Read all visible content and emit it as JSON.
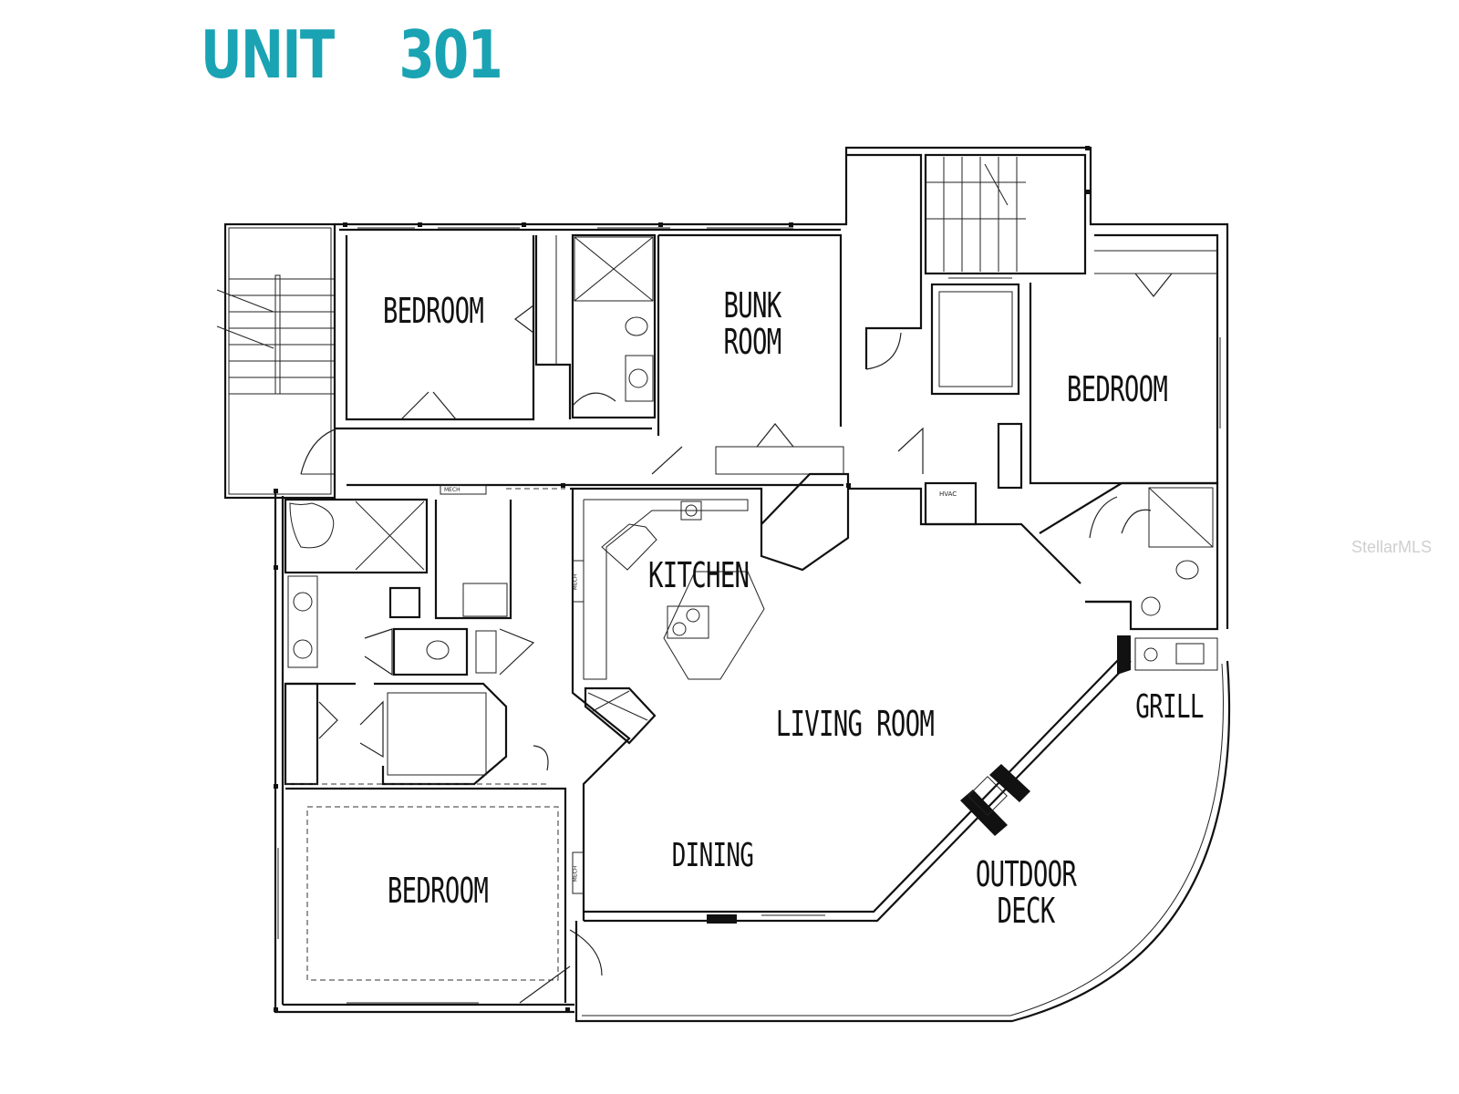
{
  "title": "UNIT    301",
  "colors": {
    "title": "#1aa3b3",
    "lines": "#111111",
    "watermark": "#cfcfcf"
  },
  "rooms": {
    "bedroom_nw": "BEDROOM",
    "bunk_room_line1": "BUNK",
    "bunk_room_line2": "ROOM",
    "bedroom_ne": "BEDROOM",
    "kitchen": "KITCHEN",
    "living_room": "LIVING ROOM",
    "grill": "GRILL",
    "dining": "DINING",
    "bedroom_sw": "BEDROOM",
    "outdoor_deck_line1": "OUTDOOR",
    "outdoor_deck_line2": "DECK"
  },
  "small_labels": {
    "mech_top": "MECH",
    "mech_kitchen": "MECH",
    "mech_dining": "MECH",
    "hvac": "HVAC"
  },
  "watermark": "StellarMLS"
}
